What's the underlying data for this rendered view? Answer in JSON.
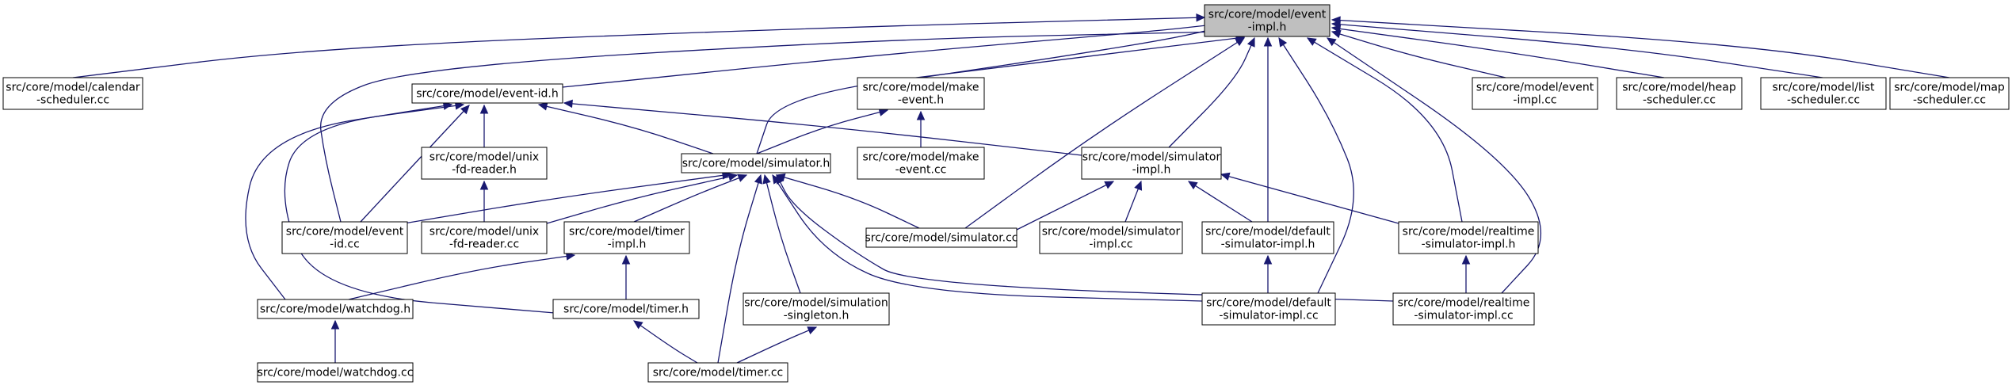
{
  "graph": {
    "colors": {
      "edge": "#191970",
      "root_fill": "#bfbfbf",
      "node_fill": "#ffffff",
      "border": "#000000"
    },
    "nodes": [
      {
        "id": "event_impl_h",
        "lines": [
          "src/core/model/event",
          "-impl.h"
        ],
        "root": true
      },
      {
        "id": "calendar_cc",
        "lines": [
          "src/core/model/calendar",
          "-scheduler.cc"
        ]
      },
      {
        "id": "event_id_h",
        "lines": [
          "src/core/model/event-id.h"
        ]
      },
      {
        "id": "make_event_h",
        "lines": [
          "src/core/model/make",
          "-event.h"
        ]
      },
      {
        "id": "event_impl_cc",
        "lines": [
          "src/core/model/event",
          "-impl.cc"
        ]
      },
      {
        "id": "heap_cc",
        "lines": [
          "src/core/model/heap",
          "-scheduler.cc"
        ]
      },
      {
        "id": "list_cc",
        "lines": [
          "src/core/model/list",
          "-scheduler.cc"
        ]
      },
      {
        "id": "map_cc",
        "lines": [
          "src/core/model/map",
          "-scheduler.cc"
        ]
      },
      {
        "id": "unix_fd_h",
        "lines": [
          "src/core/model/unix",
          "-fd-reader.h"
        ]
      },
      {
        "id": "simulator_h",
        "lines": [
          "src/core/model/simulator.h"
        ]
      },
      {
        "id": "make_event_cc",
        "lines": [
          "src/core/model/make",
          "-event.cc"
        ]
      },
      {
        "id": "simulator_impl_h",
        "lines": [
          "src/core/model/simulator",
          "-impl.h"
        ]
      },
      {
        "id": "event_id_cc",
        "lines": [
          "src/core/model/event",
          "-id.cc"
        ]
      },
      {
        "id": "unix_fd_cc",
        "lines": [
          "src/core/model/unix",
          "-fd-reader.cc"
        ]
      },
      {
        "id": "timer_impl_h",
        "lines": [
          "src/core/model/timer",
          "-impl.h"
        ]
      },
      {
        "id": "simulator_cc",
        "lines": [
          "src/core/model/simulator.cc"
        ]
      },
      {
        "id": "simulator_impl_cc",
        "lines": [
          "src/core/model/simulator",
          "-impl.cc"
        ]
      },
      {
        "id": "default_sim_h",
        "lines": [
          "src/core/model/default",
          "-simulator-impl.h"
        ]
      },
      {
        "id": "realtime_sim_h",
        "lines": [
          "src/core/model/realtime",
          "-simulator-impl.h"
        ]
      },
      {
        "id": "watchdog_h",
        "lines": [
          "src/core/model/watchdog.h"
        ]
      },
      {
        "id": "timer_h",
        "lines": [
          "src/core/model/timer.h"
        ]
      },
      {
        "id": "sim_singleton_h",
        "lines": [
          "src/core/model/simulation",
          "-singleton.h"
        ]
      },
      {
        "id": "default_sim_cc",
        "lines": [
          "src/core/model/default",
          "-simulator-impl.cc"
        ]
      },
      {
        "id": "realtime_sim_cc",
        "lines": [
          "src/core/model/realtime",
          "-simulator-impl.cc"
        ]
      },
      {
        "id": "watchdog_cc",
        "lines": [
          "src/core/model/watchdog.cc"
        ]
      },
      {
        "id": "timer_cc",
        "lines": [
          "src/core/model/timer.cc"
        ]
      }
    ],
    "edges": [
      {
        "from": "calendar_cc",
        "to": "event_impl_h"
      },
      {
        "from": "event_id_h",
        "to": "event_impl_h"
      },
      {
        "from": "make_event_h",
        "to": "event_impl_h"
      },
      {
        "from": "simulator_h",
        "to": "event_impl_h"
      },
      {
        "from": "event_id_cc",
        "to": "event_impl_h"
      },
      {
        "from": "simulator_cc",
        "to": "event_impl_h"
      },
      {
        "from": "simulator_impl_h",
        "to": "event_impl_h"
      },
      {
        "from": "default_sim_h",
        "to": "event_impl_h"
      },
      {
        "from": "default_sim_cc",
        "to": "event_impl_h"
      },
      {
        "from": "realtime_sim_h",
        "to": "event_impl_h"
      },
      {
        "from": "realtime_sim_cc",
        "to": "event_impl_h"
      },
      {
        "from": "event_impl_cc",
        "to": "event_impl_h"
      },
      {
        "from": "heap_cc",
        "to": "event_impl_h"
      },
      {
        "from": "list_cc",
        "to": "event_impl_h"
      },
      {
        "from": "map_cc",
        "to": "event_impl_h"
      },
      {
        "from": "unix_fd_h",
        "to": "event_id_h"
      },
      {
        "from": "simulator_h",
        "to": "event_id_h"
      },
      {
        "from": "simulator_impl_h",
        "to": "event_id_h"
      },
      {
        "from": "event_id_cc",
        "to": "event_id_h"
      },
      {
        "from": "watchdog_h",
        "to": "event_id_h"
      },
      {
        "from": "timer_h",
        "to": "event_id_h"
      },
      {
        "from": "simulator_h",
        "to": "make_event_h"
      },
      {
        "from": "make_event_cc",
        "to": "make_event_h"
      },
      {
        "from": "unix_fd_cc",
        "to": "unix_fd_h"
      },
      {
        "from": "event_id_cc",
        "to": "simulator_h"
      },
      {
        "from": "unix_fd_cc",
        "to": "simulator_h"
      },
      {
        "from": "timer_impl_h",
        "to": "simulator_h"
      },
      {
        "from": "simulator_cc",
        "to": "simulator_h"
      },
      {
        "from": "timer_cc",
        "to": "simulator_h"
      },
      {
        "from": "sim_singleton_h",
        "to": "simulator_h"
      },
      {
        "from": "default_sim_cc",
        "to": "simulator_h"
      },
      {
        "from": "realtime_sim_cc",
        "to": "simulator_h"
      },
      {
        "from": "simulator_cc",
        "to": "simulator_impl_h"
      },
      {
        "from": "simulator_impl_cc",
        "to": "simulator_impl_h"
      },
      {
        "from": "default_sim_h",
        "to": "simulator_impl_h"
      },
      {
        "from": "realtime_sim_h",
        "to": "simulator_impl_h"
      },
      {
        "from": "watchdog_h",
        "to": "timer_impl_h"
      },
      {
        "from": "timer_h",
        "to": "timer_impl_h"
      },
      {
        "from": "default_sim_cc",
        "to": "default_sim_h"
      },
      {
        "from": "realtime_sim_cc",
        "to": "realtime_sim_h"
      },
      {
        "from": "watchdog_cc",
        "to": "watchdog_h"
      },
      {
        "from": "timer_cc",
        "to": "timer_h"
      },
      {
        "from": "timer_cc",
        "to": "sim_singleton_h"
      }
    ]
  }
}
